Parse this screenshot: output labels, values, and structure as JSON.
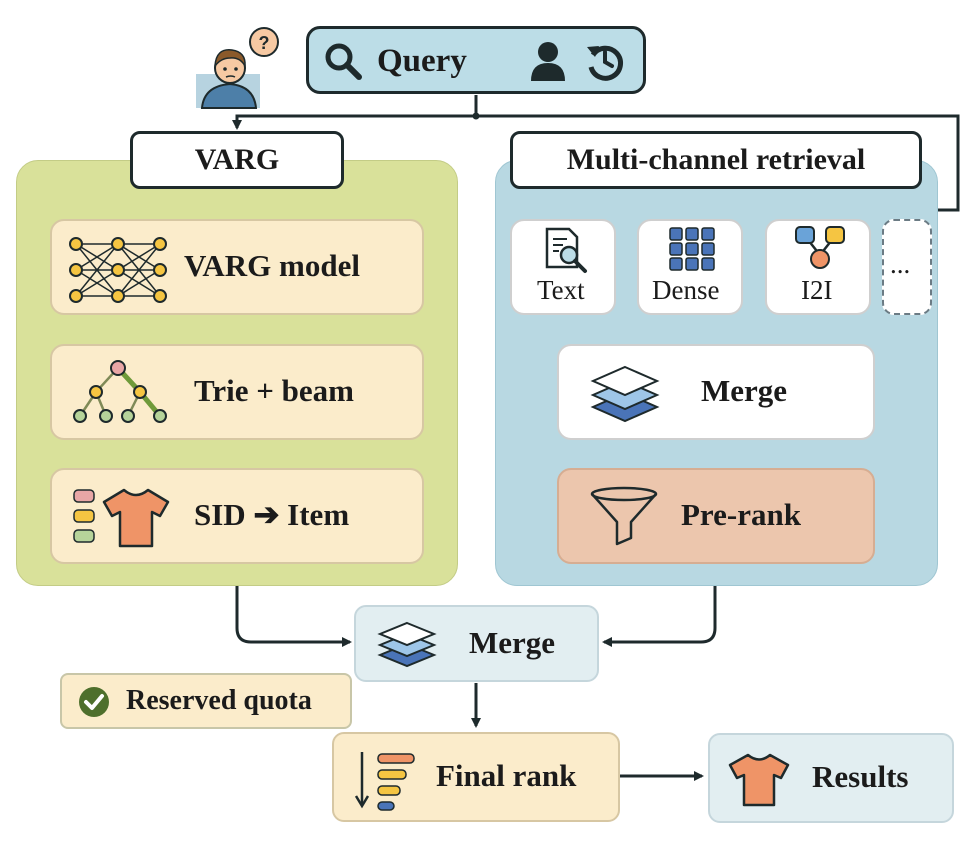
{
  "query": {
    "label": "Query",
    "icons": [
      "search-icon",
      "user-icon",
      "history-icon"
    ]
  },
  "user": {
    "icon": "confused-user-icon",
    "bubble_text": "?"
  },
  "varg": {
    "header": "VARG",
    "steps": [
      {
        "label": "VARG model",
        "icon": "neural-network-icon"
      },
      {
        "label": "Trie + beam",
        "icon": "tree-icon"
      },
      {
        "label": "SID ➔ Item",
        "icon": "tshirt-icon"
      }
    ]
  },
  "multichannel": {
    "header": "Multi-channel retrieval",
    "channels": [
      {
        "label": "Text",
        "icon": "document-search-icon"
      },
      {
        "label": "Dense",
        "icon": "grid-icon"
      },
      {
        "label": "I2I",
        "icon": "graph-icon"
      },
      {
        "label": "...",
        "icon": "ellipsis-icon"
      }
    ],
    "merge_label": "Merge",
    "prerank_label": "Pre-rank"
  },
  "merge": {
    "label": "Merge",
    "icon": "layers-icon"
  },
  "quota": {
    "label": "Reserved quota",
    "icon": "check-icon"
  },
  "final_rank": {
    "label": "Final rank",
    "icon": "sort-icon"
  },
  "results": {
    "label": "Results",
    "icon": "tshirt-icon"
  },
  "colors": {
    "varg_panel": "#d9e19a",
    "retrieval_panel": "#b8d8e2",
    "card_yellow": "#fbeccb",
    "prerank": "#ecc6ad",
    "query": "#bcdde7",
    "merge_bottom": "#e2eef1"
  }
}
